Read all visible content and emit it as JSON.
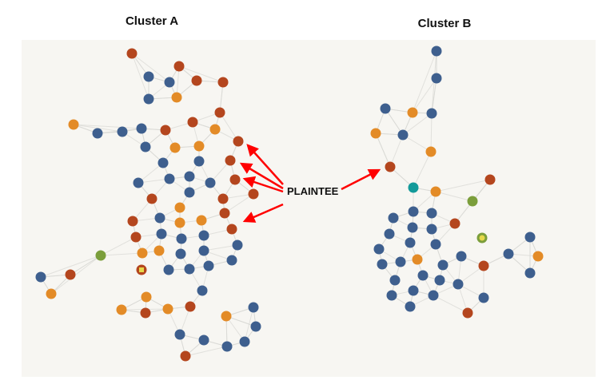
{
  "clusters": [
    {
      "title": "Cluster A"
    },
    {
      "title": "Cluster B"
    }
  ],
  "annotation": {
    "label": "PLAINTEE",
    "arrow_color": "#ff0000"
  },
  "colors": {
    "blue": "#3e5f8e",
    "orange": "#e38b27",
    "rust": "#b4461e",
    "green": "#7b9e3b",
    "teal": "#139a9a",
    "yellow": "#e6d84a",
    "edge": "#d8d8d4"
  }
}
